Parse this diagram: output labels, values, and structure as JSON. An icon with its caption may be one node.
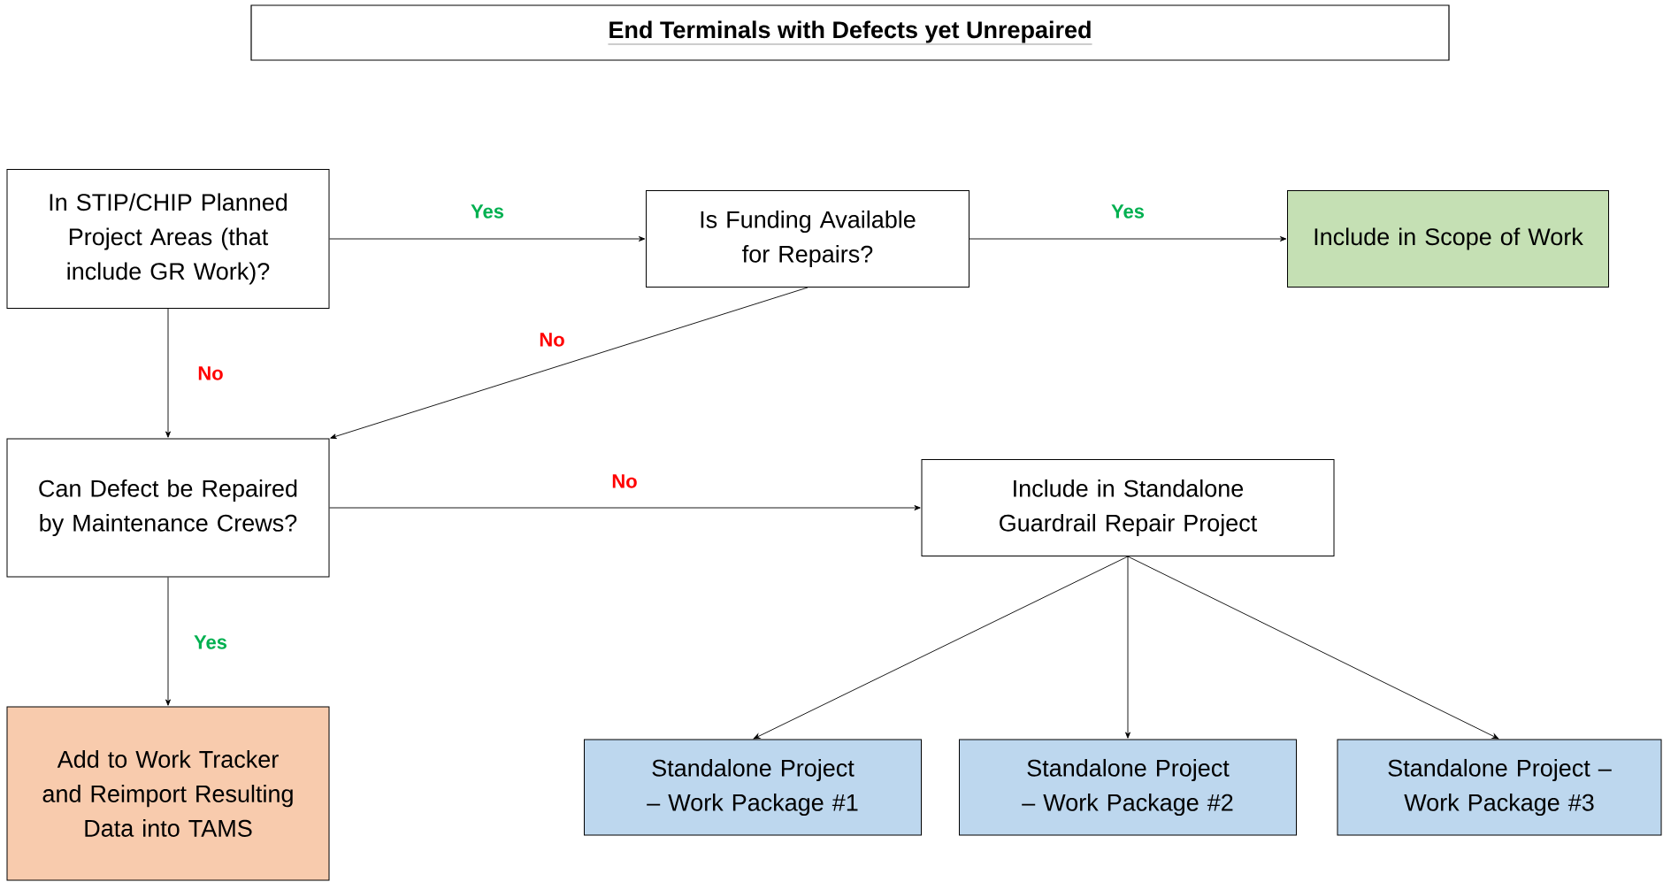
{
  "diagram": {
    "title": "End Terminals with Defects yet Unrepaired",
    "nodes": [
      {
        "text": [
          "In STIP/CHIP Planned Project Areas (that include GR Work)?"
        ]
      },
      {
        "text": [
          "Is Funding Available for Repairs?"
        ]
      },
      {
        "text": [
          "Include in Scope of Work"
        ]
      },
      {
        "text": [
          "Can Defect be Repaired by Maintenance Crews?"
        ]
      },
      {
        "text": [
          "Include in Standalone Guardrail Repair Project"
        ]
      },
      {
        "text": [
          "Add to Work Tracker and Reimport Resulting Data into TAMS"
        ]
      },
      {
        "text": [
          "Standalone Project – Work Package #1"
        ]
      },
      {
        "text": [
          "Standalone Project – Work Package #2"
        ]
      },
      {
        "text": [
          "Standalone Project – Work Package #3"
        ]
      }
    ],
    "edges": [
      {
        "from": 0,
        "to": 1,
        "arrow": "to",
        "label": "Yes"
      },
      {
        "from": 1,
        "to": 2,
        "arrow": "to",
        "label": "Yes"
      },
      {
        "from": 0,
        "to": 3,
        "arrow": "to",
        "label": "No"
      },
      {
        "from": 1,
        "to": 3,
        "arrow": "to",
        "label": "No"
      },
      {
        "from": 3,
        "to": 4,
        "arrow": "to",
        "label": "No"
      },
      {
        "from": 3,
        "to": 5,
        "arrow": "to",
        "label": "Yes"
      },
      {
        "from": 4,
        "to": 6,
        "arrow": "to"
      },
      {
        "from": 4,
        "to": 7,
        "arrow": "to"
      },
      {
        "from": 4,
        "to": 8,
        "arrow": "to"
      }
    ]
  }
}
